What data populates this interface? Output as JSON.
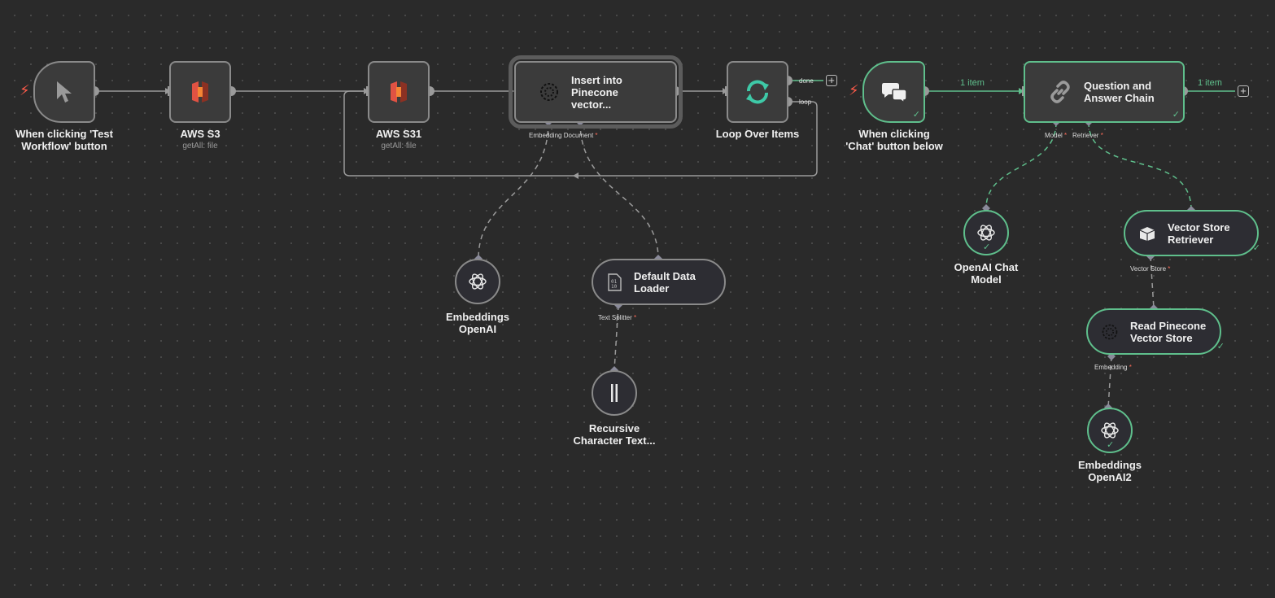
{
  "nodes": {
    "manual_trigger": {
      "title": "When clicking 'Test Workflow' button"
    },
    "aws_s3": {
      "title": "AWS S3",
      "subtitle": "getAll: file"
    },
    "aws_s31": {
      "title": "AWS S31",
      "subtitle": "getAll: file"
    },
    "pinecone_insert": {
      "title": "Insert into Pinecone vector...",
      "ports": {
        "embedding": "Embedding",
        "document": "Document"
      }
    },
    "loop": {
      "title": "Loop Over Items",
      "outputs": {
        "done": "done",
        "loop": "loop"
      }
    },
    "embeddings_openai": {
      "title": "Embeddings OpenAI"
    },
    "default_data_loader": {
      "title": "Default Data Loader",
      "port": "Text Splitter"
    },
    "recursive_splitter": {
      "title": "Recursive Character Text..."
    },
    "chat_trigger": {
      "title": "When clicking 'Chat' button below"
    },
    "qa_chain": {
      "title": "Question and Answer Chain",
      "ports": {
        "model": "Model",
        "retriever": "Retriever"
      }
    },
    "openai_chat": {
      "title": "OpenAI Chat Model"
    },
    "vector_store_retriever": {
      "title": "Vector Store Retriever",
      "port": "Vector Store"
    },
    "read_pinecone": {
      "title": "Read Pinecone Vector Store",
      "port": "Embedding"
    },
    "embeddings_openai2": {
      "title": "Embeddings OpenAI2"
    }
  },
  "edge_labels": {
    "chat_to_chain": "1 item",
    "chain_out": "1 item"
  },
  "required_mark": "*",
  "colors": {
    "background": "#2a2a2a",
    "success": "#5fbf8c",
    "trigger": "#ff5a4a",
    "aws": "#e05243",
    "loop_icon": "#3ec9a7",
    "node_border": "#8a8a8a"
  },
  "icons": [
    "cursor-icon",
    "aws-s3-icon",
    "pinecone-icon",
    "loop-arrows-icon",
    "openai-icon",
    "document-binary-icon",
    "text-splitter-icon",
    "chat-bubbles-icon",
    "chain-link-icon",
    "box-icon",
    "lightning-icon",
    "plus-icon",
    "check-icon"
  ]
}
